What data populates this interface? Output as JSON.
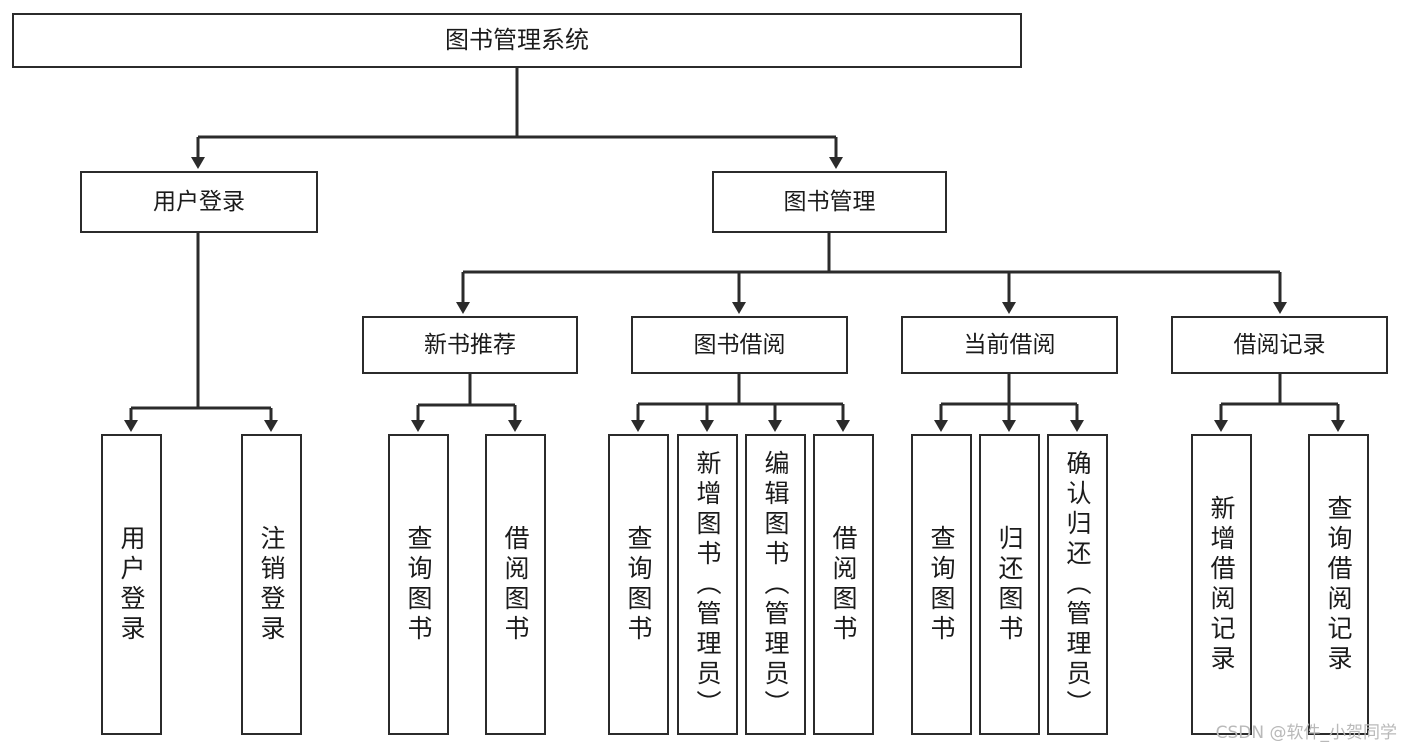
{
  "diagram": {
    "title": "图书管理系统",
    "type": "tree-hierarchy-diagram",
    "watermark": "CSDN @软件_小贺同学",
    "colors": {
      "border": "#2b2b2b",
      "background": "#ffffff",
      "text": "#1b1b1b",
      "watermark": "#b9b9b9"
    }
  },
  "nodes": {
    "root": {
      "label": "图书管理系统"
    },
    "level1": [
      {
        "label": "用户登录"
      },
      {
        "label": "图书管理"
      }
    ],
    "level2": [
      {
        "label": "新书推荐"
      },
      {
        "label": "图书借阅"
      },
      {
        "label": "当前借阅"
      },
      {
        "label": "借阅记录"
      }
    ],
    "leaves": {
      "user_login": [
        {
          "label": "用户登录"
        },
        {
          "label": "注销登录"
        }
      ],
      "new_book_recommend": [
        {
          "label": "查询图书"
        },
        {
          "label": "借阅图书"
        }
      ],
      "book_borrow": [
        {
          "label": "查询图书"
        },
        {
          "label": "新增图书（管理员）"
        },
        {
          "label": "编辑图书（管理员）"
        },
        {
          "label": "借阅图书"
        }
      ],
      "current_borrow": [
        {
          "label": "查询图书"
        },
        {
          "label": "归还图书"
        },
        {
          "label": "确认归还（管理员）"
        }
      ],
      "borrow_records": [
        {
          "label": "新增借阅记录"
        },
        {
          "label": "查询借阅记录"
        }
      ]
    }
  }
}
